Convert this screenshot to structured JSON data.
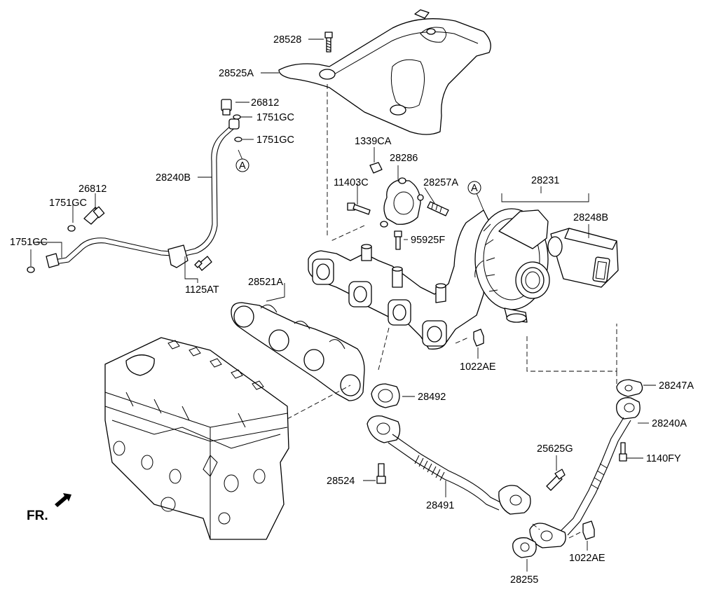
{
  "labels": {
    "p28528": "28528",
    "p28525A": "28525A",
    "p26812a": "26812",
    "p1751GCa": "1751GC",
    "p1751GCb": "1751GC",
    "p28240B": "28240B",
    "p26812b": "26812",
    "p1751GCc": "1751GC",
    "p1751GCd": "1751GC",
    "p1125AT": "1125AT",
    "p1339CA": "1339CA",
    "p28286": "28286",
    "p11403C": "11403C",
    "p28257A": "28257A",
    "p28231": "28231",
    "p28248B": "28248B",
    "p95925F": "95925F",
    "p28521A": "28521A",
    "p1022AEa": "1022AE",
    "p28247A": "28247A",
    "p28492": "28492",
    "p28240A": "28240A",
    "p25625G": "25625G",
    "p1140FY": "1140FY",
    "p28524": "28524",
    "p28491": "28491",
    "p1022AEb": "1022AE",
    "p28255": "28255",
    "refA1": "A",
    "refA2": "A",
    "front": "FR."
  }
}
